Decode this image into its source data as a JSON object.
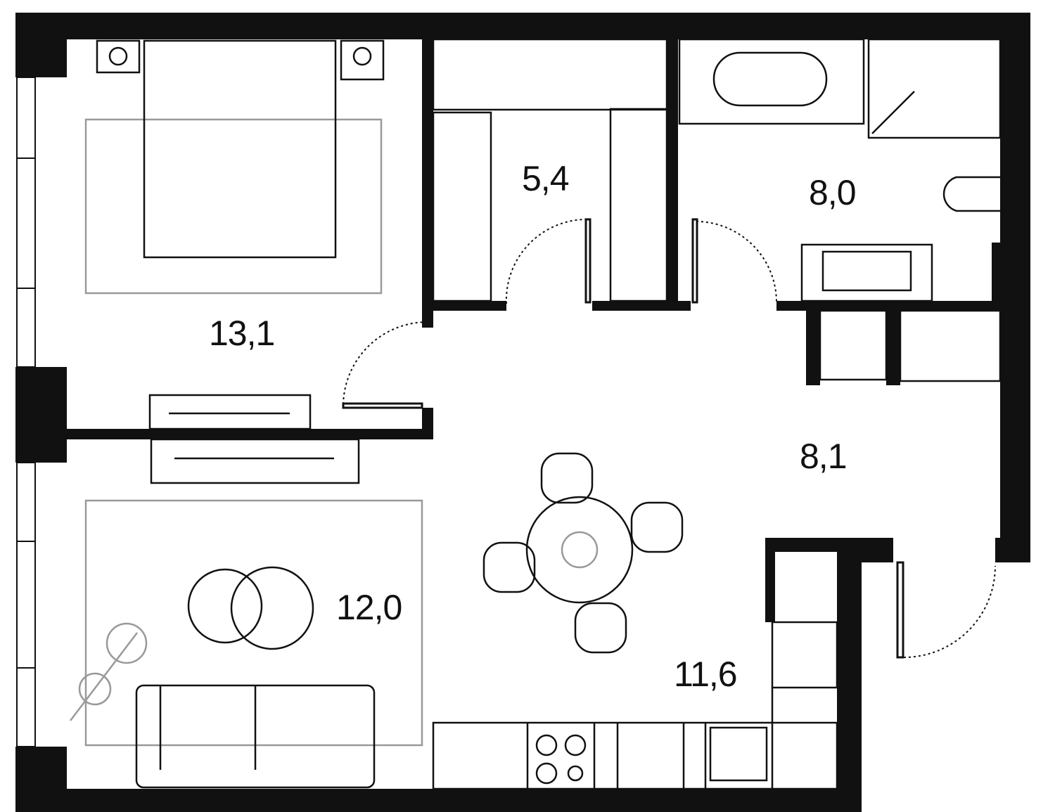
{
  "plan": {
    "rooms": [
      {
        "name": "bedroom",
        "area": "13,1"
      },
      {
        "name": "wardrobe",
        "area": "5,4"
      },
      {
        "name": "bathroom",
        "area": "8,0"
      },
      {
        "name": "hallway",
        "area": "8,1"
      },
      {
        "name": "living-room",
        "area": "12,0"
      },
      {
        "name": "kitchen-dining",
        "area": "11,6"
      }
    ],
    "colors": {
      "wall": "#111111",
      "furniture": "#111111",
      "rug": "#999999"
    }
  }
}
